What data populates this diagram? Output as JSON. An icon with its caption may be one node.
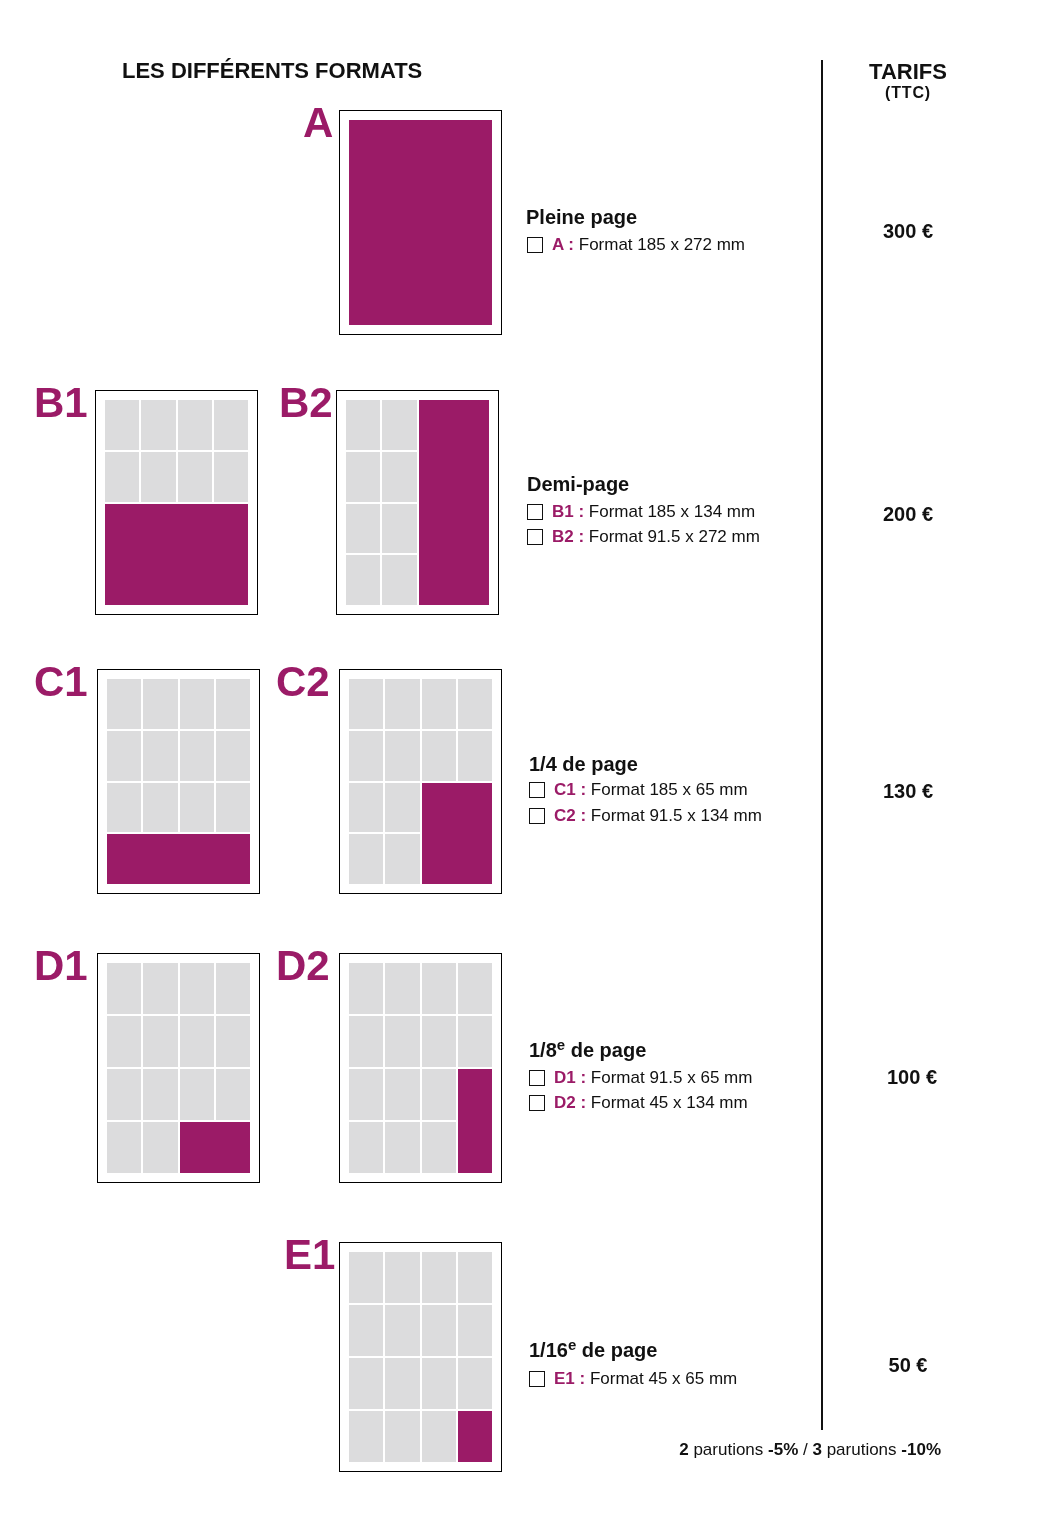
{
  "diagram": {
    "title": "LES DIFFÉRENTS FORMATS",
    "nodes": [
      {
        "text": [
          "A"
        ]
      },
      {
        "text": [
          "B1"
        ]
      },
      {
        "text": [
          "B2"
        ]
      },
      {
        "text": [
          "C1"
        ]
      },
      {
        "text": [
          "C2"
        ]
      },
      {
        "text": [
          "D1"
        ]
      },
      {
        "text": [
          "D2"
        ]
      },
      {
        "text": [
          "E1"
        ]
      }
    ],
    "labels": [
      "TARIFS",
      "(TTC)",
      "Pleine page",
      "**A :** Format 185 x 272 mm",
      "300 €",
      "Demi-page",
      "**B1 :** Format 185 x 134 mm",
      "**B2 :** Format 91.5 x 272 mm",
      "200 €",
      "1/4 de page",
      "**C1 :** Format 185 x 65 mm",
      "**C2 :** Format 91.5 x 134 mm",
      "130 €",
      "1/8$^{e}$ de page",
      "**D1 :** Format 91.5 x 65 mm",
      "**D2 :** Format 45 x 134 mm",
      "100 €",
      "1/16$^{e}$ de page",
      "**E1 :** Format 45 x 65 mm",
      "50 €",
      "**2** parutions **-5%** / **3** parutions **-10%**"
    ]
  }
}
